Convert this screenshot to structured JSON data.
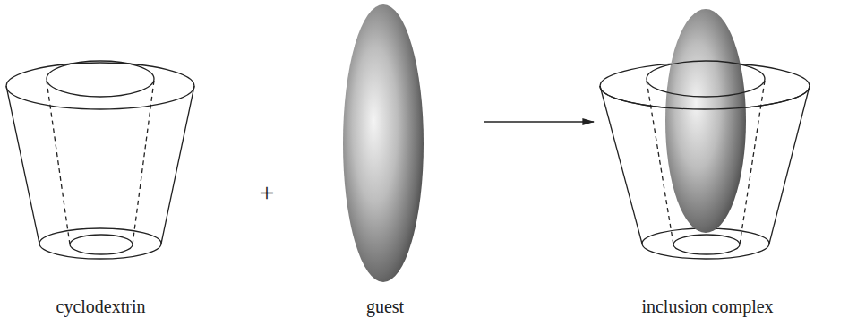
{
  "diagram": {
    "nodes": [
      {
        "text": [
          "cyclodextrin"
        ]
      },
      {
        "text": [
          "guest"
        ]
      },
      {
        "text": [
          "inclusion complex"
        ]
      }
    ],
    "edges": [
      {
        "from": 1,
        "to": 2,
        "arrow": "to"
      }
    ],
    "labels": [
      "+"
    ]
  }
}
